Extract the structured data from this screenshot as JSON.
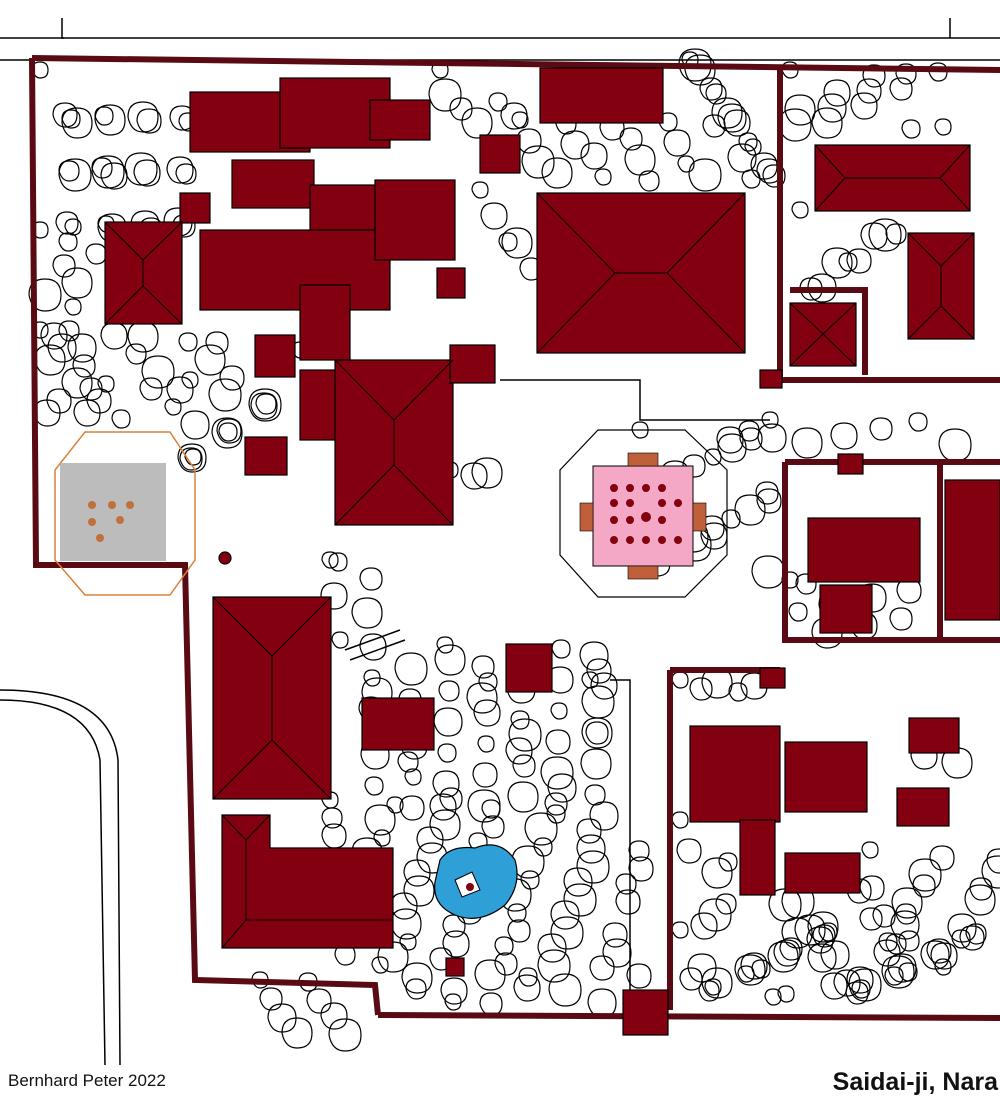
{
  "map": {
    "title": "Saidai-ji, Nara",
    "credit": "Bernhard Peter 2022",
    "colors": {
      "building": "#82000f",
      "outline": "#000000",
      "wall": "#5a0a12",
      "highlight_pink": "#f4a8c5",
      "highlight_gray": "#b0b0b0",
      "pond": "#2f9fd8",
      "orange_outline": "#d9803a",
      "background": "#ffffff"
    },
    "features": [
      "temple-buildings",
      "hall-of-worship-pink",
      "pond",
      "pagoda-foundation-gray",
      "gardens-trees",
      "roads",
      "walls"
    ]
  }
}
